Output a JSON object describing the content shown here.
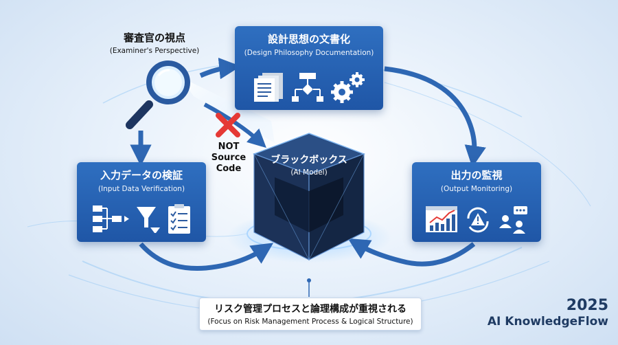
{
  "examiner": {
    "title": "審査官の視点",
    "subtitle": "(Examiner's Perspective)"
  },
  "design_doc": {
    "title": "設計思想の文書化",
    "subtitle": "(Design Philosophy Documentation)"
  },
  "input_verify": {
    "title": "入力データの検証",
    "subtitle": "(Input Data Verification)"
  },
  "output_monitor": {
    "title": "出力の監視",
    "subtitle": "(Output Monitoring)"
  },
  "blackbox": {
    "title": "ブラックボックス",
    "subtitle": "(AI Model)"
  },
  "not_source": {
    "line1": "NOT",
    "line2": "Source",
    "line3": "Code"
  },
  "caption": {
    "title": "リスク管理プロセスと論理構成が重視される",
    "subtitle": "(Focus on Risk Management Process & Logical Structure)"
  },
  "watermark": {
    "year": "2025",
    "brand": "AI KnowledgeFlow"
  },
  "colors": {
    "panel": "#2a64b4",
    "arrow": "#2e67b3",
    "cross": "#e53935",
    "cube": "#1c3258"
  }
}
